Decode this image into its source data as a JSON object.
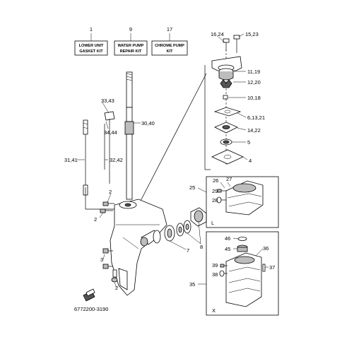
{
  "kits": [
    {
      "ref": "1",
      "line1": "LOWER UNIT",
      "line2": "GASKET KIT"
    },
    {
      "ref": "9",
      "line1": "WATER PUMP",
      "line2": "REPAIR KIT"
    },
    {
      "ref": "17",
      "line1": "CHROME PUMP",
      "line2": "KIT"
    }
  ],
  "callouts": {
    "c16_24": "16,24",
    "c15_23": "15,23",
    "c11_19": "11,19",
    "c12_20": "12,20",
    "c10_18": "10,18",
    "c6_13_21": "6,13,21",
    "c14_22": "14,22",
    "c5": "5",
    "c4": "4",
    "c33_43": "33,43",
    "c30_40": "30,40",
    "c34_44": "34,44",
    "c31_41": "31,41",
    "c32_42": "32,42",
    "c25": "25",
    "c26": "26",
    "c27": "27",
    "c29": "29",
    "c28": "28",
    "cL": "L",
    "c2a": "2",
    "c2b": "2",
    "c2c": "2",
    "c7": "7",
    "c8": "8",
    "c3": "3",
    "c46": "46",
    "c45": "45",
    "c36": "36",
    "c39": "39",
    "c38": "38",
    "c37": "37",
    "c35": "35",
    "cX": "X"
  },
  "part_number": "6772200-3190"
}
